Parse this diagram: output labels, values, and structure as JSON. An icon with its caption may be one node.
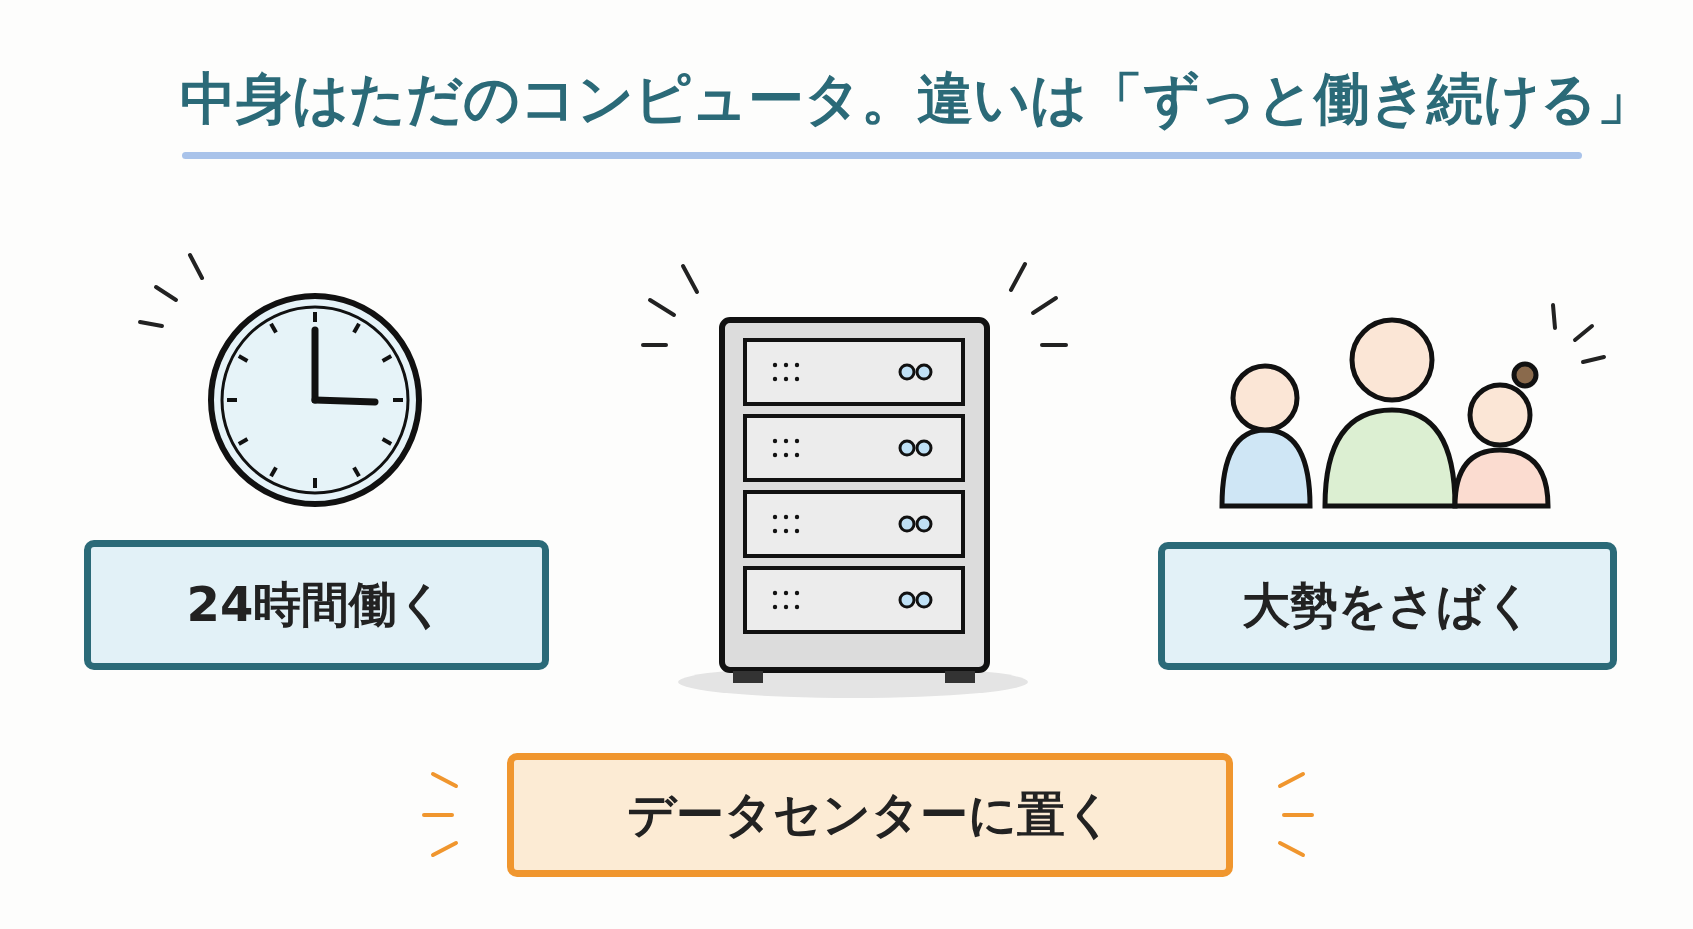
{
  "diagram": {
    "title": "中身はただのコンピュータ。違いは「ずっと働き続ける」",
    "nodes": [
      {
        "text": [
          "24時間働く"
        ]
      },
      {
        "text": [
          "大勢をさばく"
        ]
      },
      {
        "text": [
          "データセンターに置く"
        ]
      }
    ]
  }
}
